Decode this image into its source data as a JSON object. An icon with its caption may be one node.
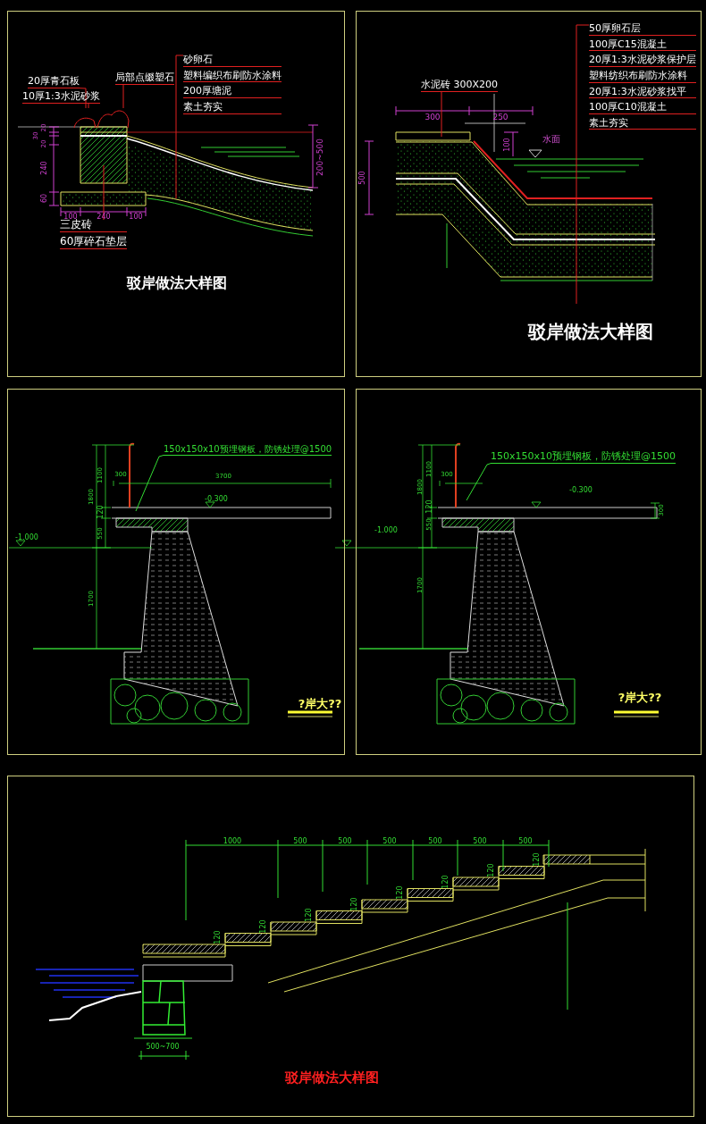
{
  "diagram": {
    "nodes": [
      {
        "text": [
          "驳岸做法大样图"
        ]
      },
      {
        "text": [
          "20厚青石板"
        ],
        "in": 0
      },
      {
        "text": [
          "10厚1:3水泥砂浆"
        ],
        "in": 0
      },
      {
        "text": [
          "局部点缀塑石"
        ],
        "in": 0
      },
      {
        "text": [
          "砂卵石",
          "塑料编织布刷防水涂料",
          "200厚塘泥",
          "素土夯实"
        ],
        "in": 0
      },
      {
        "text": [
          "三皮砖",
          "60厚碎石垫层"
        ],
        "in": 0
      },
      {
        "text": [
          "驳岸做法大样图"
        ]
      },
      {
        "text": [
          "水泥砖 300X200"
        ],
        "in": 6
      },
      {
        "text": [
          "50厚卵石层",
          "100厚C15混凝土",
          "20厚1:3水泥砂浆保护层",
          "塑料纺织布刷防水涂料",
          "20厚1:3水泥砂浆找平",
          "100厚C10混凝土",
          "素土夯实"
        ],
        "in": 6
      },
      {
        "text": [
          "?岸大??"
        ]
      },
      {
        "text": [
          "150x150x10预埋钢板，防锈处理@1500"
        ],
        "in": 9
      },
      {
        "text": [
          "?岸大??"
        ]
      },
      {
        "text": [
          "150x150x10预埋钢板，防锈处理@1500"
        ],
        "in": 11
      },
      {
        "text": [
          "驳岸做法大样图"
        ]
      },
      {
        "text": [],
        "shape": "picture",
        "in": 0
      }
    ],
    "edges": [
      {
        "from": 1,
        "to": 14,
        "arrow": "none"
      },
      {
        "from": 2,
        "to": 14,
        "arrow": "none"
      },
      {
        "from": 3,
        "to": 14,
        "arrow": "none"
      },
      {
        "from": 4,
        "to": null,
        "arrow": "none"
      },
      {
        "from": 5,
        "to": null,
        "arrow": "none"
      },
      {
        "from": 7,
        "to": null,
        "arrow": "none"
      },
      {
        "from": 8,
        "to": null,
        "arrow": "none"
      },
      {
        "from": 10,
        "to": null,
        "arrow": "none",
        "color": "#33dd33"
      },
      {
        "from": 12,
        "to": null,
        "arrow": "none",
        "color": "#33dd33"
      }
    ],
    "labels": [
      "20",
      "30",
      "20",
      "240",
      "60",
      "100",
      "240",
      "100",
      "200~500",
      "300",
      "250",
      "100",
      "水面",
      "500",
      "300",
      "3700",
      "1100",
      "1800",
      "120",
      "550",
      "1700",
      "-0.300",
      "-1.000",
      "300",
      "1100",
      "1800",
      "120",
      "550",
      "1700",
      "-0.300",
      "-1.000",
      "300",
      "1000",
      "500",
      "500",
      "500",
      "500",
      "500",
      "500",
      "120",
      "120",
      "120",
      "120",
      "120",
      "120",
      "120",
      "120",
      "500~700"
    ]
  }
}
